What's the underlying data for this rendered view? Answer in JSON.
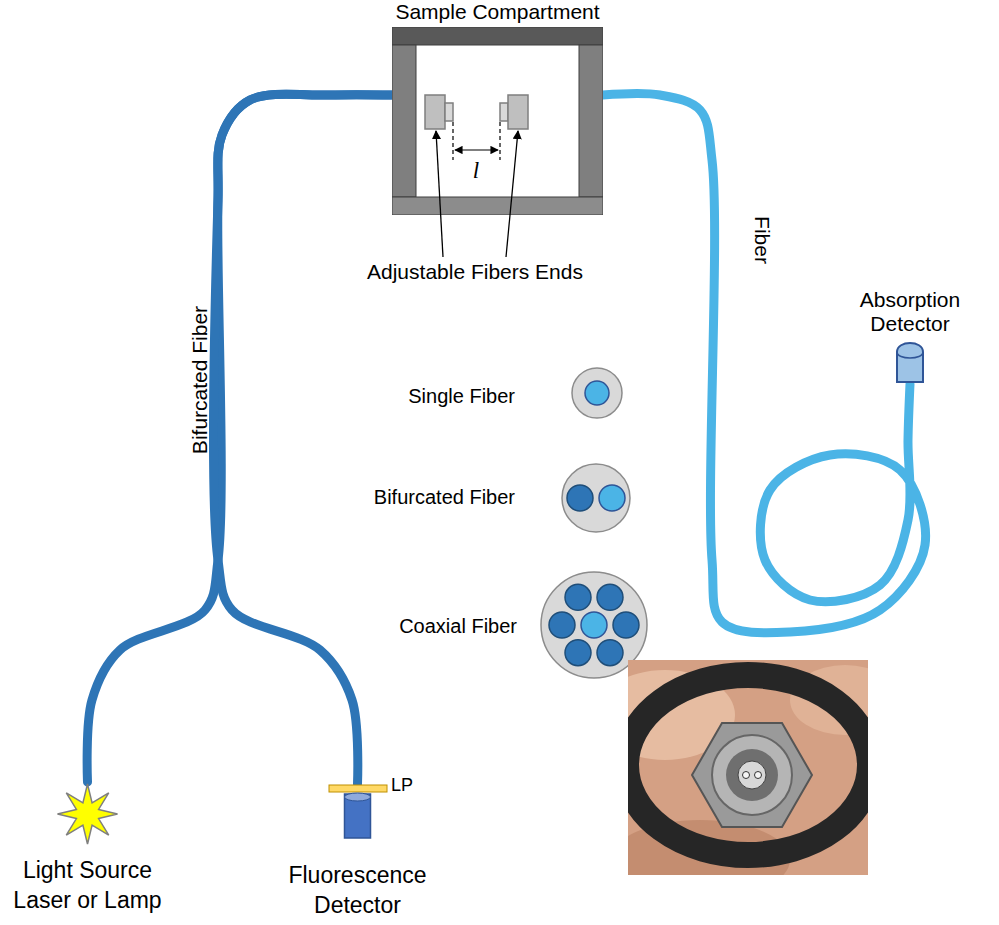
{
  "diagram": {
    "nodes": [
      {
        "text": [
          "Sample Compartment"
        ]
      },
      {
        "text": [
          "Absorption Detector"
        ]
      },
      {
        "text": [
          "Light Source Laser or Lamp"
        ]
      },
      {
        "text": [
          "Fluorescence Detector"
        ]
      }
    ],
    "edges": [
      {
        "from": 0,
        "to": 2,
        "arrow": "none",
        "label": "Bifurcated Fiber"
      },
      {
        "from": 0,
        "to": 3,
        "arrow": "none"
      },
      {
        "from": 0,
        "to": 1,
        "arrow": "none",
        "label": "Fiber"
      }
    ],
    "labels": [
      "l",
      "Adjustable Fibers Ends",
      "Single Fiber",
      "Bifurcated Fiber",
      "Coaxial Fiber",
      "LP"
    ]
  }
}
